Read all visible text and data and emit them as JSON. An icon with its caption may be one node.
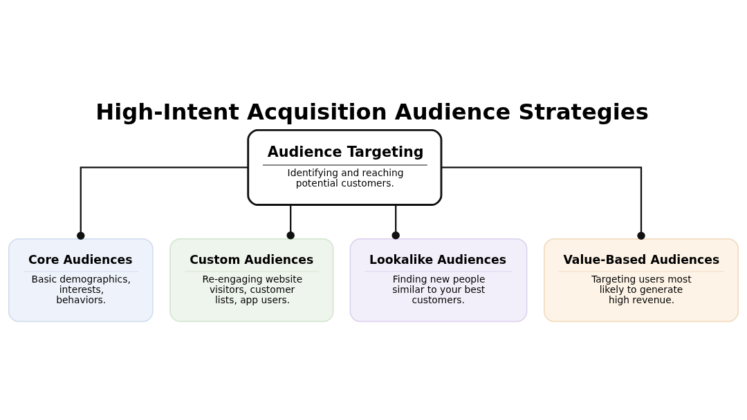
{
  "diagram": {
    "title": "High-Intent Acquisition Audience Strategies",
    "nodes": [
      {
        "text": [
          "Audience Targeting",
          "Identifying and reaching potential customers."
        ]
      },
      {
        "text": [
          "Core Audiences",
          "Basic demographics, interests, behaviors."
        ]
      },
      {
        "text": [
          "Custom Audiences",
          "Re-engaging website visitors, customer lists, app users."
        ]
      },
      {
        "text": [
          "Lookalike Audiences",
          "Finding new people similar to your best customers."
        ]
      },
      {
        "text": [
          "Value-Based Audiences",
          "Targeting users most likely to generate high revenue."
        ]
      }
    ],
    "edges": [
      {
        "from": 0,
        "to": 1,
        "arrow": "other"
      },
      {
        "from": 0,
        "to": 2,
        "arrow": "other"
      },
      {
        "from": 0,
        "to": 3,
        "arrow": "other"
      },
      {
        "from": 0,
        "to": 4,
        "arrow": "other"
      }
    ]
  }
}
